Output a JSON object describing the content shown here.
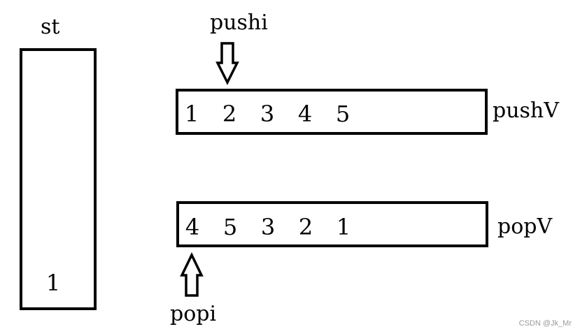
{
  "stack": {
    "label": "st",
    "items": [
      "1"
    ]
  },
  "push_array": {
    "label": "pushV",
    "values": [
      "1",
      "2",
      "3",
      "4",
      "5"
    ],
    "pointer_label": "pushi",
    "pointer_index": 1
  },
  "pop_array": {
    "label": "popV",
    "values": [
      "4",
      "5",
      "3",
      "2",
      "1"
    ],
    "pointer_label": "popi",
    "pointer_index": 0
  },
  "watermark": "CSDN @Jk_Mr"
}
